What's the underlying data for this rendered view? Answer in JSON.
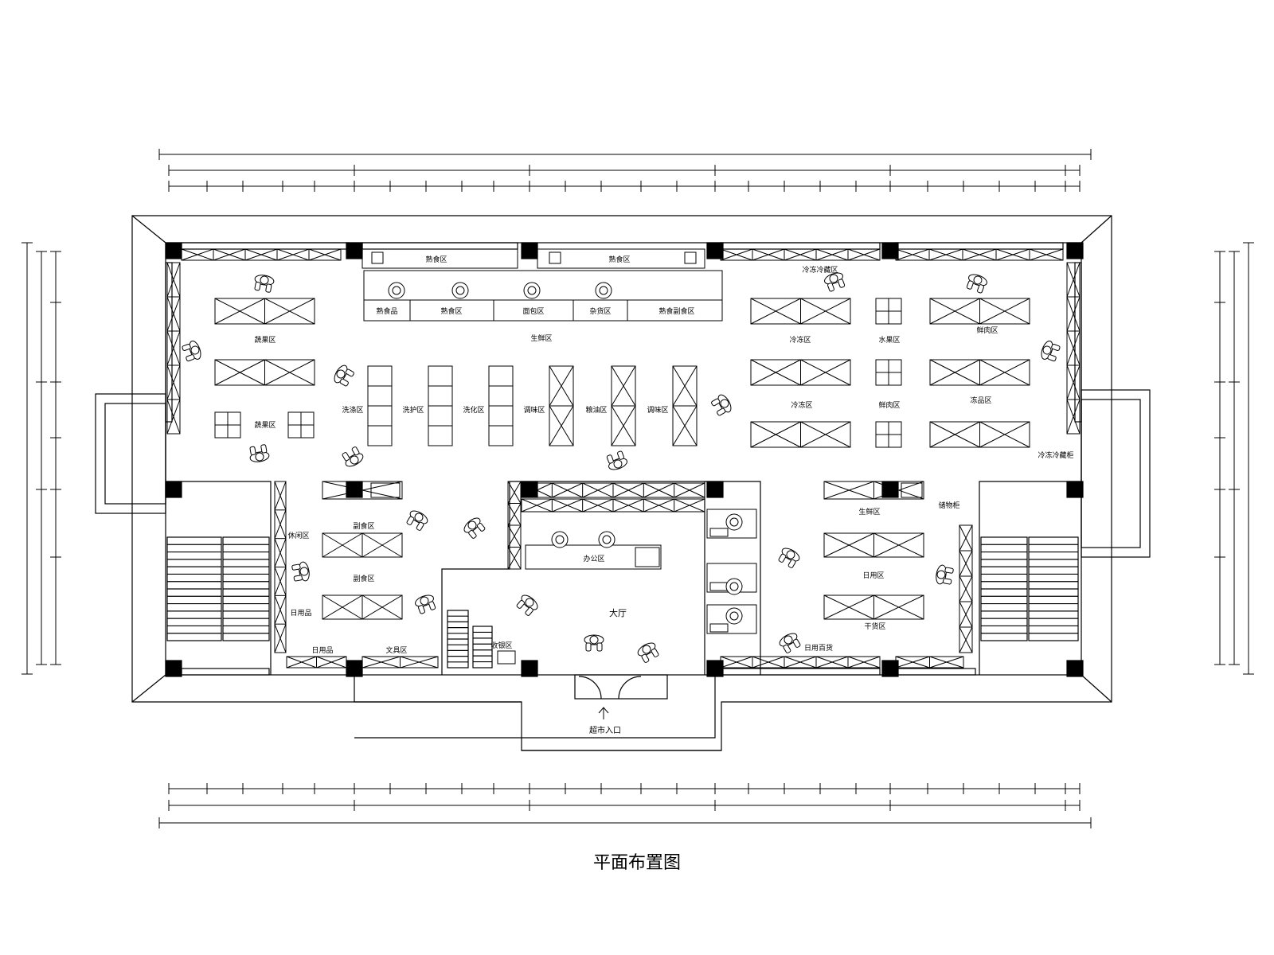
{
  "drawing": {
    "caption": "平面布置图",
    "entrance_label": "超市入口",
    "hall_label": "大厅"
  },
  "zones": {
    "top_counters": [
      "熟食区",
      "熟食区"
    ],
    "service_counters": [
      "熟食品",
      "熟食区",
      "面包区",
      "杂货区",
      "熟食副食区"
    ],
    "top_center": "生鲜区",
    "row_labels": [
      "洗涤区",
      "洗护区",
      "洗化区",
      "调味区",
      "粮油区",
      "调味区"
    ],
    "left_zones": [
      "蔬果区",
      "蔬果区",
      "副食区",
      "副食区",
      "休闲区"
    ],
    "right_zones": [
      "冷冻冷藏区",
      "冷冻区",
      "水果区",
      "鲜肉区",
      "冷冻区",
      "鲜肉区",
      "冻品区",
      "冷冻冷藏柜"
    ],
    "lower_zones": [
      "日用品",
      "日用品",
      "文具区",
      "生鲜区",
      "办公区",
      "收银区",
      "日用区",
      "干货区",
      "日用百货",
      "储物柜"
    ]
  },
  "colors": {
    "line": "#000000",
    "column": "#000000",
    "background": "#ffffff"
  }
}
